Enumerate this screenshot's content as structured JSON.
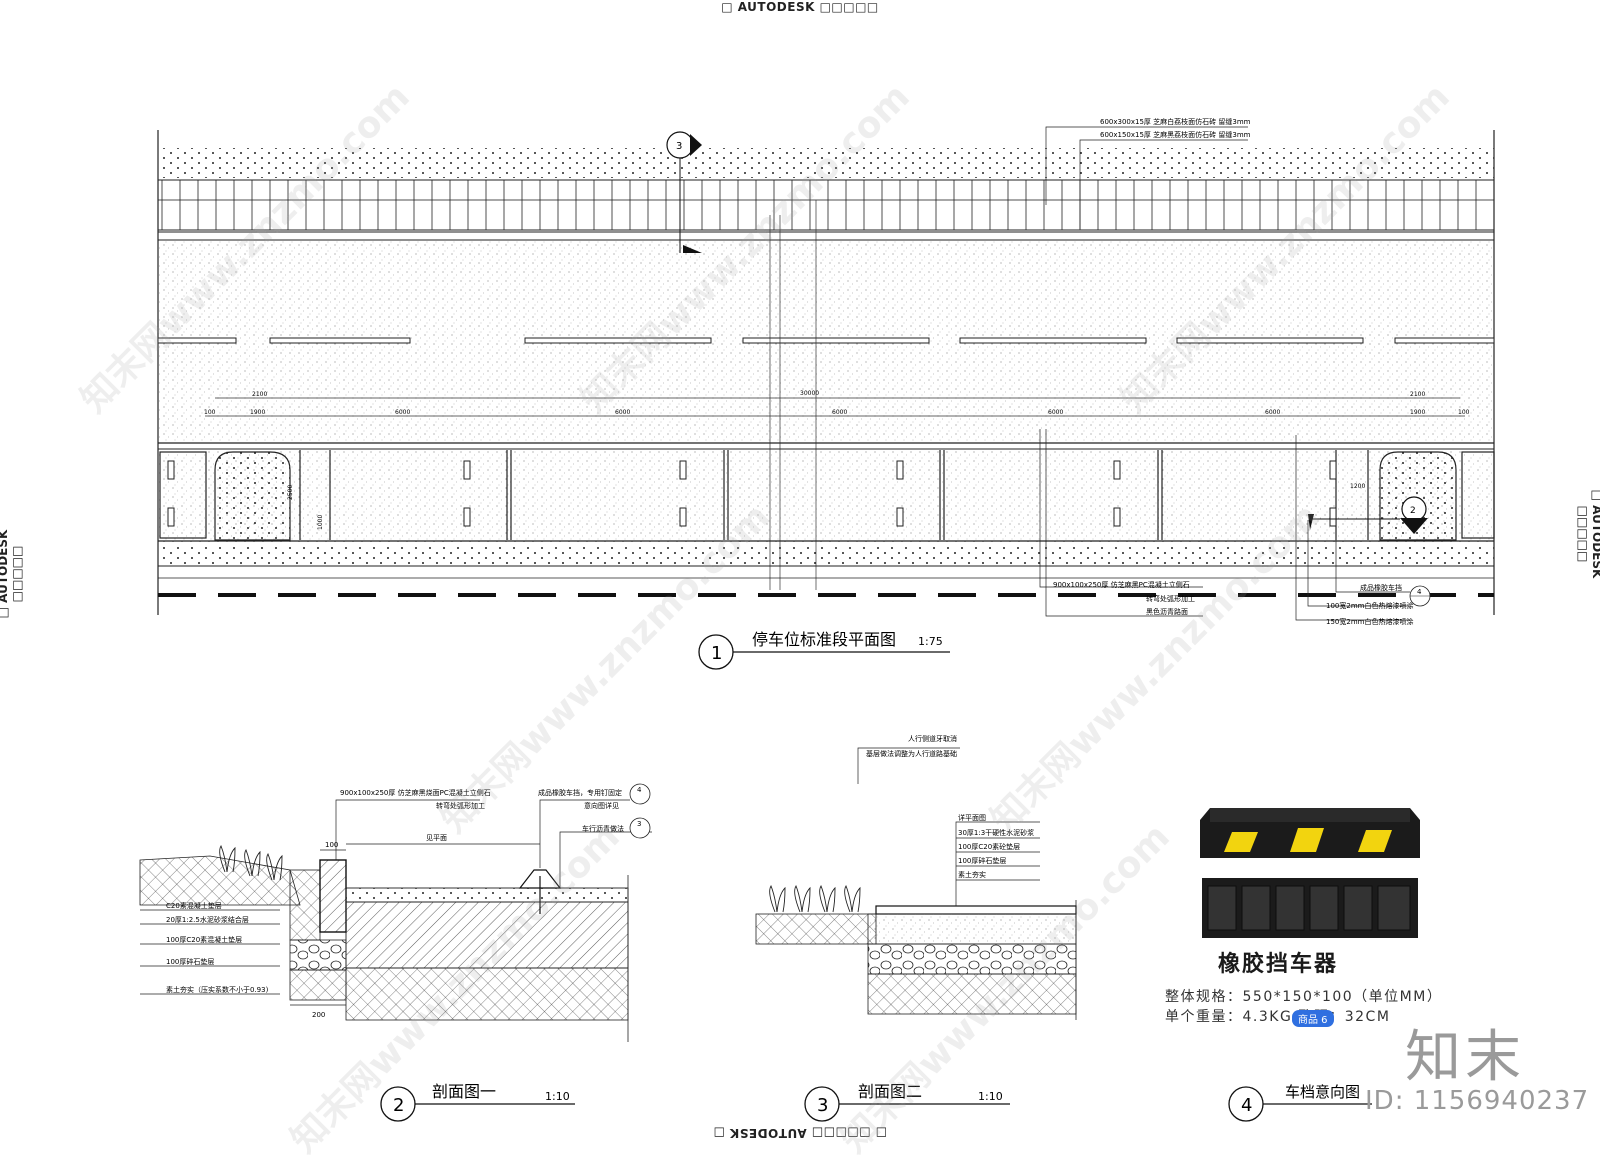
{
  "autodesk": {
    "top": "□ AUTODESK □□□□□",
    "bottom": "□ □□□□□ AUTODESK □",
    "left": "□ AUTODESK □□□□□",
    "right": "□ AUTODESK □□□□□"
  },
  "plan": {
    "title": "停车位标准段平面图",
    "number": "1",
    "scale": "1:75",
    "note_top_1": "600x300x15厚 芝麻白荔枝面仿石砖 留缝3mm",
    "note_top_2": "600x150x15厚 芝麻黑荔枝面仿石砖 留缝3mm",
    "note_curb_1": "900x100x250厚 仿芝麻黑PC混凝土立侧石",
    "note_curb_2": "转弯处弧形加工",
    "note_curb_3": "黑色沥青路面",
    "note_stop_1": "成品橡胶车挡",
    "note_stop_ref": "4",
    "note_line_1": "100宽2mm白色热熔漆喷涂",
    "note_line_2": "150宽2mm白色热熔漆喷涂",
    "dims": {
      "d2100a": "2100",
      "d100a": "100",
      "d1900a": "1900",
      "d6000": "6000",
      "d2100b": "2100",
      "d1900b": "1900",
      "d100b": "100",
      "d30000": "30000",
      "d1200": "1200",
      "d2500": "2500",
      "d1000": "1000"
    },
    "callout3": "3",
    "callout2": "2"
  },
  "section1": {
    "title": "剖面图一",
    "number": "2",
    "scale": "1:10",
    "note_a": "900x100x250厚 仿芝麻黑烧面PC混凝土立侧石",
    "note_b": "转弯处弧形加工",
    "note_c": "成品橡胶车挡，专用钉固定",
    "note_d": "意向图详见",
    "note_e": "车行沥青做法",
    "ref4": "4",
    "ref3": "3",
    "dim_plan": "见平面",
    "dim_100": "100",
    "dim_200": "200",
    "layer1": "C20素混凝土垫层",
    "layer2": "20厚1:2.5水泥砂浆结合层",
    "layer3": "100厚C20素混凝土垫层",
    "layer4": "100厚碎石垫层",
    "layer5": "素土夯实（压实系数不小于0.93)"
  },
  "section2": {
    "title": "剖面图二",
    "number": "3",
    "scale": "1:10",
    "note_a": "人行侧道牙取消",
    "note_b": "基层做法调整为人行道路基础",
    "layer1": "详平面图",
    "layer2": "30厚1:3干硬性水泥砂浆",
    "layer3": "100厚C20素砼垫层",
    "layer4": "100厚碎石垫层",
    "layer5": "素土夯实"
  },
  "product": {
    "title": "车档意向图",
    "number": "4",
    "name": "橡胶挡车器",
    "spec": "整体规格：550*150*100（单位MM）",
    "weight": "单个重量：4.3KG  孔距：32CM",
    "badge": "商品 6",
    "colors": {
      "rubber": "#1b1b1b",
      "stripe": "#f2d40f"
    }
  },
  "brand": {
    "name": "知末",
    "id": "ID: 1156940237",
    "watermark": "知末网www.znzmo.com"
  }
}
